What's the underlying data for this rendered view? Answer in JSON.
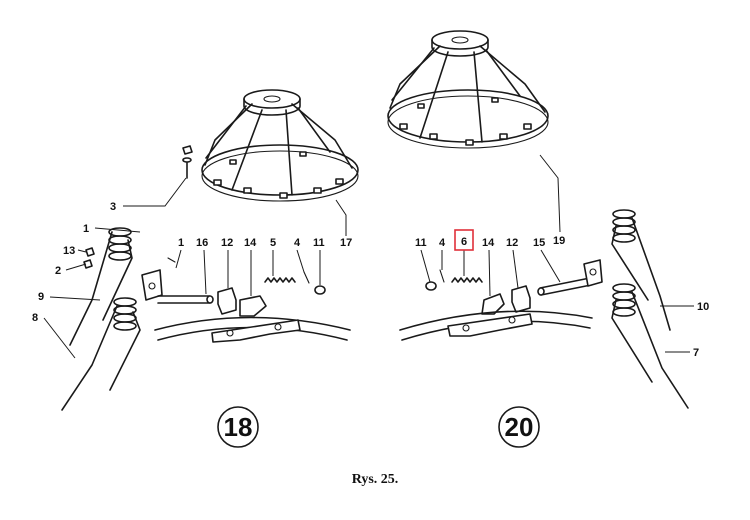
{
  "left_assembly": {
    "number": "18",
    "labels": {
      "p1_top": "1",
      "p3": "3",
      "p1_side": "1",
      "p13": "13",
      "p2": "2",
      "p9": "9",
      "p8": "8",
      "p16": "16",
      "p12": "12",
      "p14": "14",
      "p5": "5",
      "p4": "4",
      "p11": "11",
      "p17": "17"
    }
  },
  "right_assembly": {
    "number": "20",
    "labels": {
      "p11": "11",
      "p4": "4",
      "p6": "6",
      "p14": "14",
      "p12": "12",
      "p15": "15",
      "p19": "19",
      "p10": "10",
      "p7": "7"
    },
    "highlight_color": "#e0303a"
  },
  "caption": "Rys. 25."
}
